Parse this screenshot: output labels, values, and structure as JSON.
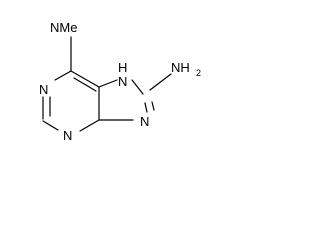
{
  "molecule": {
    "atoms": {
      "nme": "NMe",
      "n_imidazole_h": "N",
      "h_imidazole": "H",
      "amine_n": "NH",
      "amine_subscript": "2",
      "n_pyrimidine_top": "N",
      "n_pyrimidine_bottom": "N",
      "n_imidazole_right": "N"
    }
  }
}
